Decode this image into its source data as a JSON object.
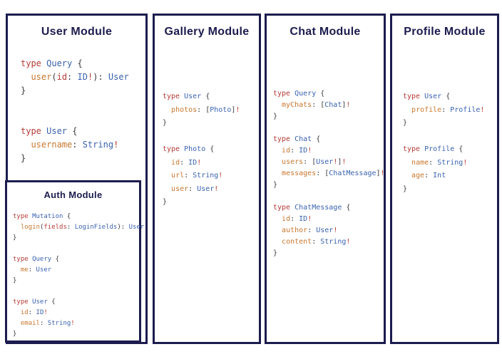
{
  "colors": {
    "navy": "#1c1c4e",
    "red": "#b33b36",
    "blue": "#3a62af",
    "orange": "#c8772f",
    "punct": "#3c3c42",
    "bg": "#ffffff"
  },
  "token_legend": {
    "r": "keyword-argument-bang-red",
    "b": "type-name-blue",
    "o": "field-name-orange",
    "p": "punctuation-dark"
  },
  "modules": {
    "user": {
      "title": "User Module",
      "code": [
        [
          [
            "r",
            "type "
          ],
          [
            "b",
            "Query"
          ],
          [
            "p",
            " {"
          ]
        ],
        [
          [
            "p",
            "  "
          ],
          [
            "o",
            "user"
          ],
          [
            "p",
            "("
          ],
          [
            "r",
            "id"
          ],
          [
            "p",
            ": "
          ],
          [
            "b",
            "ID"
          ],
          [
            "r",
            "!"
          ],
          [
            "p",
            "): "
          ],
          [
            "b",
            "User"
          ]
        ],
        [
          [
            "p",
            "}"
          ]
        ],
        [],
        [],
        [
          [
            "r",
            "type "
          ],
          [
            "b",
            "User"
          ],
          [
            "p",
            " {"
          ]
        ],
        [
          [
            "p",
            "  "
          ],
          [
            "o",
            "username"
          ],
          [
            "p",
            ": "
          ],
          [
            "b",
            "String"
          ],
          [
            "r",
            "!"
          ]
        ],
        [
          [
            "p",
            "}"
          ]
        ]
      ]
    },
    "auth": {
      "title": "Auth Module",
      "code": [
        [
          [
            "r",
            "type "
          ],
          [
            "b",
            "Mutation"
          ],
          [
            "p",
            " {"
          ]
        ],
        [
          [
            "p",
            "  "
          ],
          [
            "o",
            "login"
          ],
          [
            "p",
            "("
          ],
          [
            "r",
            "fields"
          ],
          [
            "p",
            ": "
          ],
          [
            "b",
            "LoginFields"
          ],
          [
            "p",
            "): "
          ],
          [
            "b",
            "User"
          ]
        ],
        [
          [
            "p",
            "}"
          ]
        ],
        [],
        [
          [
            "r",
            "type "
          ],
          [
            "b",
            "Query"
          ],
          [
            "p",
            " {"
          ]
        ],
        [
          [
            "p",
            "  "
          ],
          [
            "o",
            "me"
          ],
          [
            "p",
            ": "
          ],
          [
            "b",
            "User"
          ]
        ],
        [
          [
            "p",
            "}"
          ]
        ],
        [],
        [
          [
            "r",
            "type "
          ],
          [
            "b",
            "User"
          ],
          [
            "p",
            " {"
          ]
        ],
        [
          [
            "p",
            "  "
          ],
          [
            "o",
            "id"
          ],
          [
            "p",
            ": "
          ],
          [
            "b",
            "ID"
          ],
          [
            "r",
            "!"
          ]
        ],
        [
          [
            "p",
            "  "
          ],
          [
            "o",
            "email"
          ],
          [
            "p",
            ": "
          ],
          [
            "b",
            "String"
          ],
          [
            "r",
            "!"
          ]
        ],
        [
          [
            "p",
            "}"
          ]
        ]
      ]
    },
    "gallery": {
      "title": "Gallery Module",
      "code": [
        [
          [
            "r",
            "type "
          ],
          [
            "b",
            "User"
          ],
          [
            "p",
            " {"
          ]
        ],
        [
          [
            "p",
            "  "
          ],
          [
            "o",
            "photos"
          ],
          [
            "p",
            ": ["
          ],
          [
            "b",
            "Photo"
          ],
          [
            "p",
            "]"
          ],
          [
            "r",
            "!"
          ]
        ],
        [
          [
            "p",
            "}"
          ]
        ],
        [],
        [
          [
            "r",
            "type "
          ],
          [
            "b",
            "Photo"
          ],
          [
            "p",
            " {"
          ]
        ],
        [
          [
            "p",
            "  "
          ],
          [
            "o",
            "id"
          ],
          [
            "p",
            ": "
          ],
          [
            "b",
            "ID"
          ],
          [
            "r",
            "!"
          ]
        ],
        [
          [
            "p",
            "  "
          ],
          [
            "o",
            "url"
          ],
          [
            "p",
            ": "
          ],
          [
            "b",
            "String"
          ],
          [
            "r",
            "!"
          ]
        ],
        [
          [
            "p",
            "  "
          ],
          [
            "o",
            "user"
          ],
          [
            "p",
            ": "
          ],
          [
            "b",
            "User"
          ],
          [
            "r",
            "!"
          ]
        ],
        [
          [
            "p",
            "}"
          ]
        ]
      ]
    },
    "chat": {
      "title": "Chat Module",
      "code": [
        [
          [
            "r",
            "type "
          ],
          [
            "b",
            "Query"
          ],
          [
            "p",
            " {"
          ]
        ],
        [
          [
            "p",
            "  "
          ],
          [
            "o",
            "myChats"
          ],
          [
            "p",
            ": ["
          ],
          [
            "b",
            "Chat"
          ],
          [
            "p",
            "]"
          ],
          [
            "r",
            "!"
          ]
        ],
        [
          [
            "p",
            "}"
          ]
        ],
        [],
        [
          [
            "r",
            "type "
          ],
          [
            "b",
            "Chat"
          ],
          [
            "p",
            " {"
          ]
        ],
        [
          [
            "p",
            "  "
          ],
          [
            "o",
            "id"
          ],
          [
            "p",
            ": "
          ],
          [
            "b",
            "ID"
          ],
          [
            "r",
            "!"
          ]
        ],
        [
          [
            "p",
            "  "
          ],
          [
            "o",
            "users"
          ],
          [
            "p",
            ": ["
          ],
          [
            "b",
            "User"
          ],
          [
            "r",
            "!"
          ],
          [
            "p",
            "]"
          ],
          [
            "r",
            "!"
          ]
        ],
        [
          [
            "p",
            "  "
          ],
          [
            "o",
            "messages"
          ],
          [
            "p",
            ": ["
          ],
          [
            "b",
            "ChatMessage"
          ],
          [
            "p",
            "]"
          ],
          [
            "r",
            "!"
          ]
        ],
        [
          [
            "p",
            "}"
          ]
        ],
        [],
        [
          [
            "r",
            "type "
          ],
          [
            "b",
            "ChatMessage"
          ],
          [
            "p",
            " {"
          ]
        ],
        [
          [
            "p",
            "  "
          ],
          [
            "o",
            "id"
          ],
          [
            "p",
            ": "
          ],
          [
            "b",
            "ID"
          ],
          [
            "r",
            "!"
          ]
        ],
        [
          [
            "p",
            "  "
          ],
          [
            "o",
            "author"
          ],
          [
            "p",
            ": "
          ],
          [
            "b",
            "User"
          ],
          [
            "r",
            "!"
          ]
        ],
        [
          [
            "p",
            "  "
          ],
          [
            "o",
            "content"
          ],
          [
            "p",
            ": "
          ],
          [
            "b",
            "String"
          ],
          [
            "r",
            "!"
          ]
        ],
        [
          [
            "p",
            "}"
          ]
        ]
      ]
    },
    "profile": {
      "title": "Profile Module",
      "code": [
        [
          [
            "r",
            "type "
          ],
          [
            "b",
            "User"
          ],
          [
            "p",
            " {"
          ]
        ],
        [
          [
            "p",
            "  "
          ],
          [
            "o",
            "profile"
          ],
          [
            "p",
            ": "
          ],
          [
            "b",
            "Profile"
          ],
          [
            "r",
            "!"
          ]
        ],
        [
          [
            "p",
            "}"
          ]
        ],
        [],
        [
          [
            "r",
            "type "
          ],
          [
            "b",
            "Profile"
          ],
          [
            "p",
            " {"
          ]
        ],
        [
          [
            "p",
            "  "
          ],
          [
            "o",
            "name"
          ],
          [
            "p",
            ": "
          ],
          [
            "b",
            "String"
          ],
          [
            "r",
            "!"
          ]
        ],
        [
          [
            "p",
            "  "
          ],
          [
            "o",
            "age"
          ],
          [
            "p",
            ": "
          ],
          [
            "b",
            "Int"
          ]
        ],
        [
          [
            "p",
            "}"
          ]
        ]
      ]
    }
  }
}
